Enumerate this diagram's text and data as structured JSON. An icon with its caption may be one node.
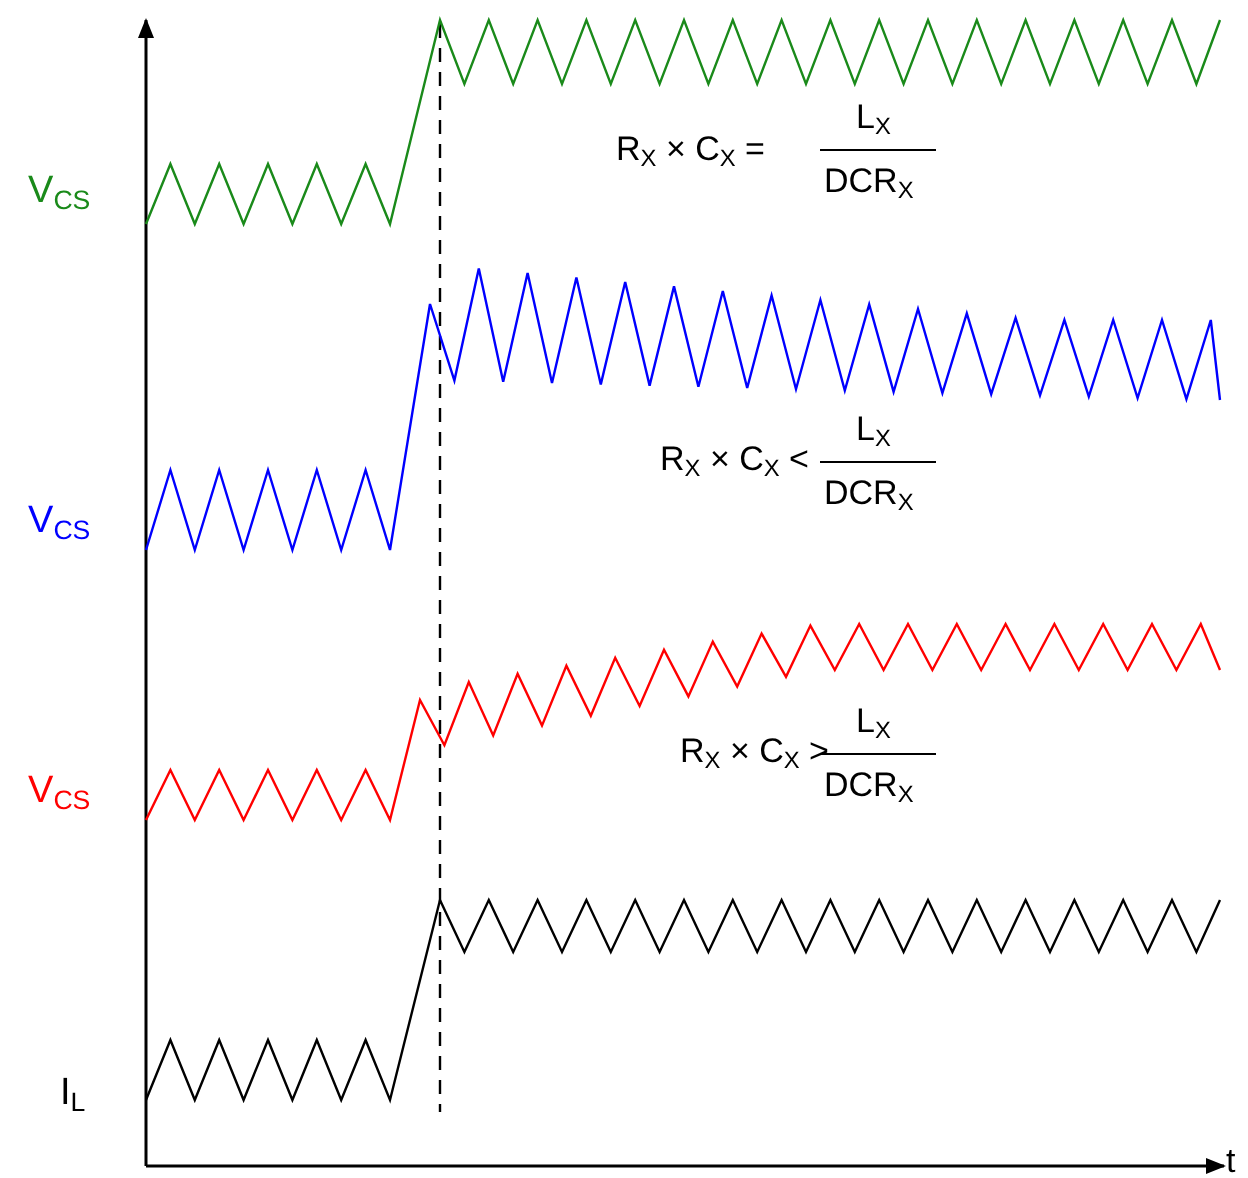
{
  "diagram": {
    "labels": [
      "V$_{CS}$",
      "R$_{X}$ × C$_{X}$ =",
      "L$_{X}$",
      "DCR$_{X}$",
      "V$_{CS}$",
      "R$_{X}$ × C$_{X}$ <",
      "L$_{X}$",
      "DCR$_{X}$",
      "V$_{CS}$",
      "R$_{X}$ × C$_{X}$ >",
      "L$_{X}$",
      "DCR$_{X}$",
      "I$_{L}$",
      "t"
    ]
  }
}
